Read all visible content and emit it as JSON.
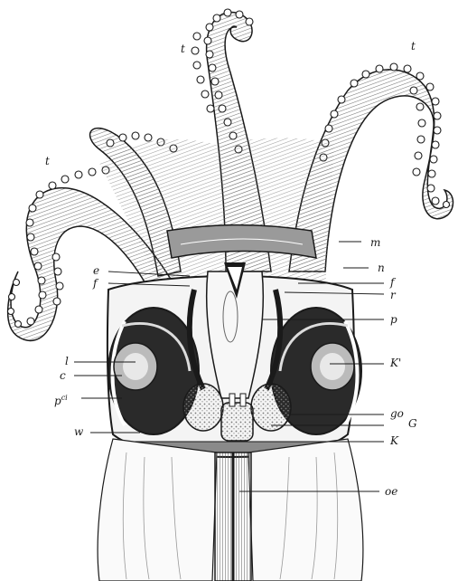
{
  "labels": {
    "t_left": "t",
    "t_top": "t",
    "t_right": "t",
    "m": "m",
    "n": "n",
    "e": "e",
    "f_left": "f",
    "f_right": "f",
    "r": "r",
    "p": "p",
    "l": "l",
    "c": "c",
    "pci_base": "p",
    "pci_sup": "ci",
    "w": "w",
    "k_prime": "K'",
    "go": "go",
    "g": "G",
    "k": "K",
    "oe": "oe"
  },
  "colors": {
    "ink": "#1a1a1a",
    "shade": "#8a8a8a",
    "dark": "#2a2a2a",
    "light": "#ececec",
    "stipple": "#c9c9c9"
  }
}
